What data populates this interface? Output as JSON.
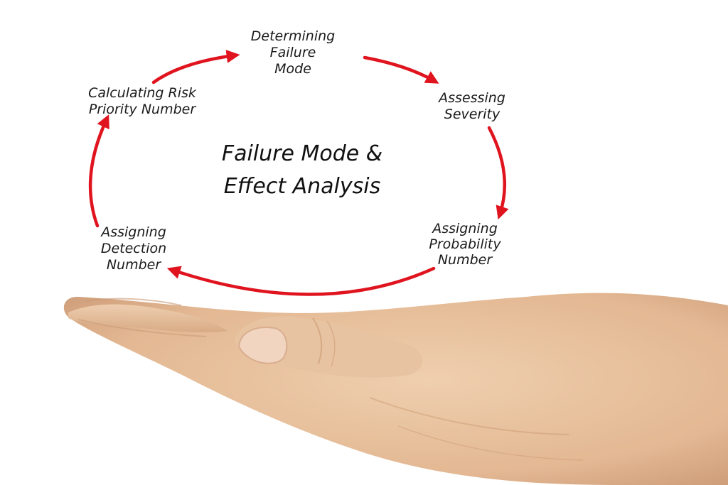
{
  "diagram": {
    "title": [
      "Failure Mode &",
      "Effect Analysis"
    ],
    "steps": [
      {
        "id": "determining",
        "lines": [
          "Determining",
          "Failure",
          "Mode"
        ]
      },
      {
        "id": "severity",
        "lines": [
          "Assessing",
          "Severity"
        ]
      },
      {
        "id": "probability",
        "lines": [
          "Assigning",
          "Probability",
          "Number"
        ]
      },
      {
        "id": "detection",
        "lines": [
          "Assigning",
          "Detection",
          "Number"
        ]
      },
      {
        "id": "rpn",
        "lines": [
          "Calculating Risk",
          "Priority Number"
        ]
      }
    ],
    "flow": "clockwise",
    "arrow_color": "#e0141e"
  },
  "illustration": {
    "icon": "open-palm-hand-icon",
    "skin_color": "#e6bf9c"
  }
}
